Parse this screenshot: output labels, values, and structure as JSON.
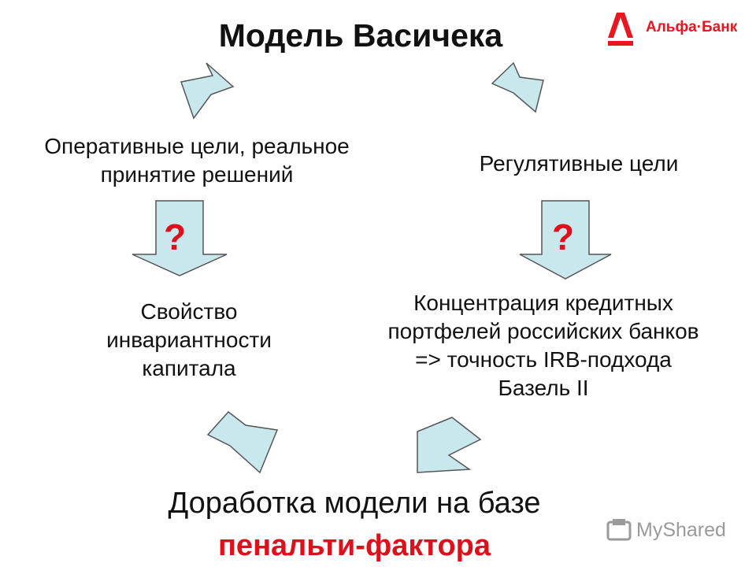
{
  "title": "Модель Васичека",
  "brand": {
    "name": "Альфа·Банк",
    "logo_letter": "A",
    "color": "#e8171f"
  },
  "nodes": {
    "operational_goals": [
      "Оперативные цели, реальное",
      "принятие решений"
    ],
    "regulatory_goals": [
      "Регулятивные цели"
    ],
    "invariance": [
      "Свойство",
      "инвариантности",
      "капитала"
    ],
    "concentration": [
      "Концентрация кредитных",
      "портфелей российских банков",
      "=> точность IRB-подхода",
      "Базель II"
    ]
  },
  "question_marks": {
    "left": "?",
    "right": "?"
  },
  "conclusion": {
    "line1": "Доработка модели на базе",
    "line2": "пенальти-фактора"
  },
  "watermark": {
    "text": "MyShared"
  },
  "colors": {
    "arrow_fill": "#c8e8ee",
    "arrow_stroke": "#555555",
    "accent_red": "#e0101a"
  }
}
